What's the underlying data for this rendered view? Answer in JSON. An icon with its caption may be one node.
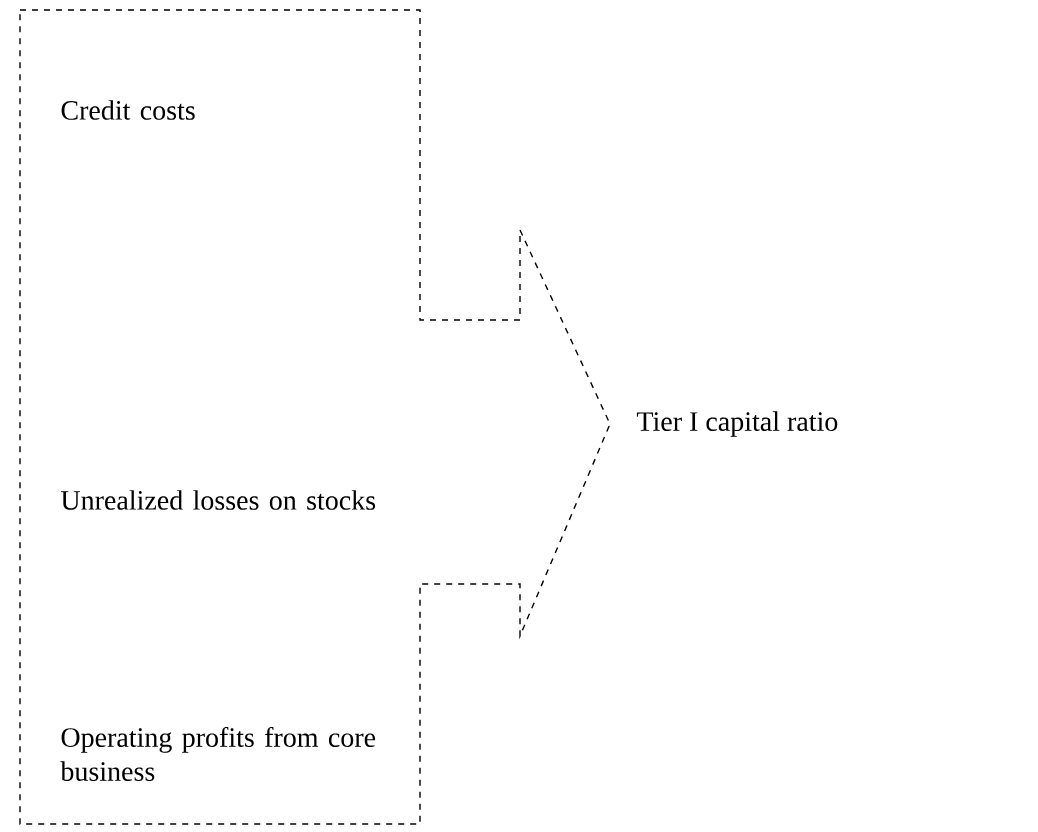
{
  "diagram": {
    "nodes": [
      {
        "text": [
          "Credit costs",
          "Unrealized losses on stocks",
          "Operating profits from core business"
        ],
        "beside": [
          "Tier I capital ratio"
        ]
      }
    ],
    "edges": []
  }
}
